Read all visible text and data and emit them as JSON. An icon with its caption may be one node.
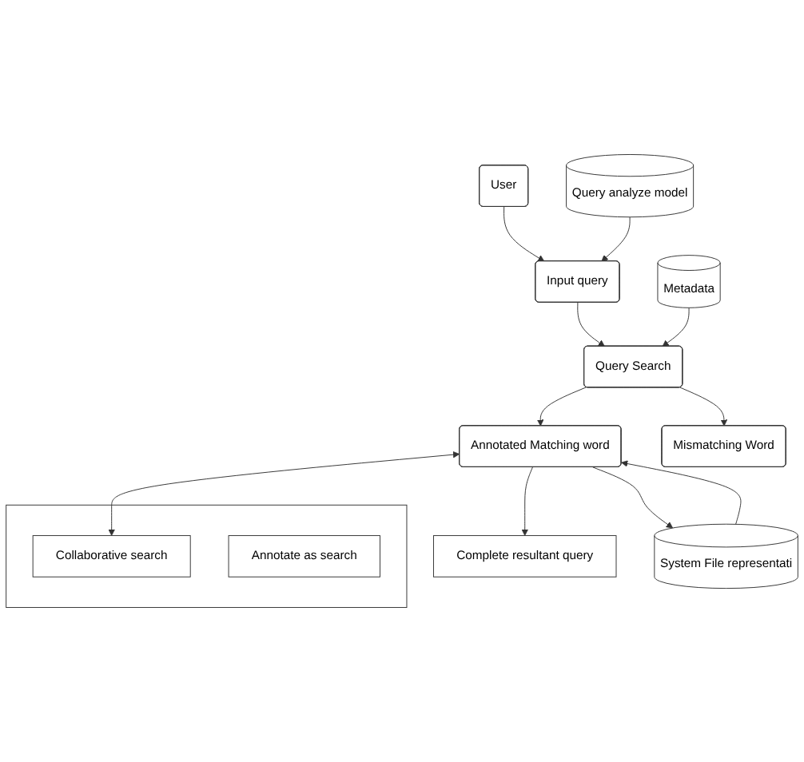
{
  "diagram": {
    "nodes": [
      {
        "text": [
          "User"
        ]
      },
      {
        "text": [],
        "shape": "box"
      },
      {
        "text": [
          "Collaborative search"
        ],
        "in": 1
      },
      {
        "text": [
          "Annotate as search"
        ],
        "in": 1
      },
      {
        "text": [
          "Query analyze model"
        ]
      },
      {
        "text": [
          "Input query"
        ]
      },
      {
        "text": [
          "Metadata"
        ]
      },
      {
        "text": [
          "Query Search"
        ]
      },
      {
        "text": [
          "Annotated Matching word"
        ]
      },
      {
        "text": [
          "Complete resultant query"
        ]
      },
      {
        "text": [
          "Mismatching Word"
        ]
      },
      {
        "text": [
          "System File representati"
        ]
      }
    ],
    "edges": [
      {
        "from": 0,
        "to": 5,
        "arrow": "to"
      },
      {
        "from": 4,
        "to": 5,
        "arrow": "to"
      },
      {
        "from": 5,
        "to": 7,
        "arrow": "to"
      },
      {
        "from": 6,
        "to": 7,
        "arrow": "to"
      },
      {
        "from": 7,
        "to": 8,
        "arrow": "to"
      },
      {
        "from": 7,
        "to": 10,
        "arrow": "to"
      },
      {
        "from": 8,
        "to": 2,
        "arrow": "both"
      },
      {
        "from": 8,
        "to": 9,
        "arrow": "to"
      },
      {
        "from": 8,
        "to": 11,
        "arrow": "to"
      },
      {
        "from": 11,
        "to": 8,
        "arrow": "to"
      }
    ]
  }
}
